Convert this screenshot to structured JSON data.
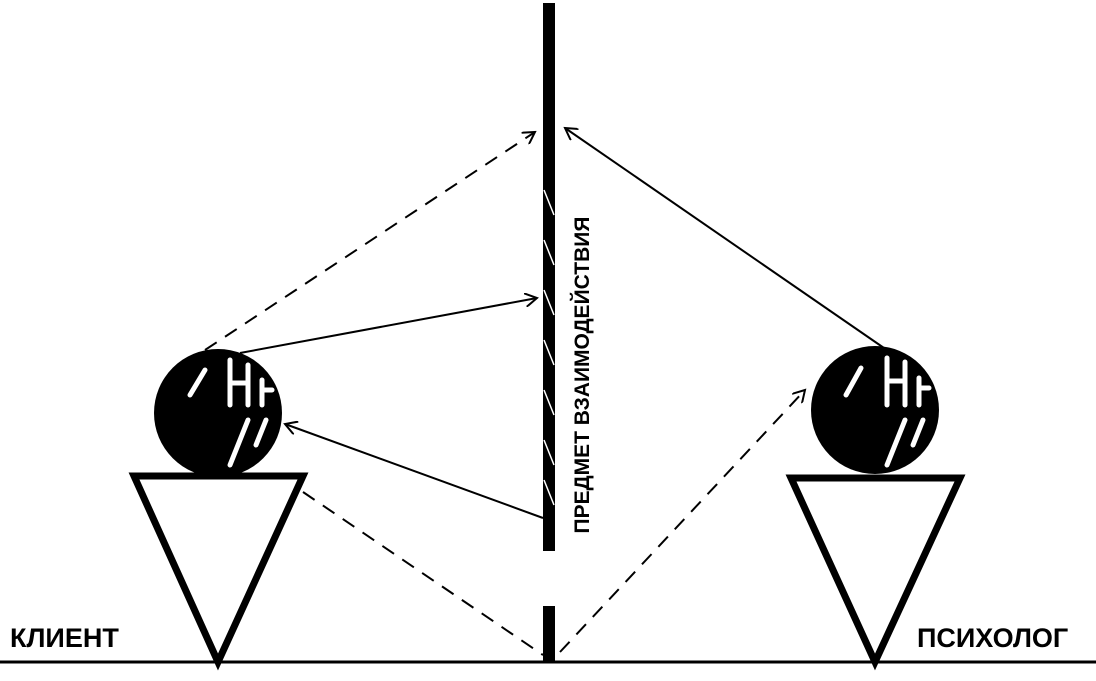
{
  "labels": {
    "client": "КЛИЕНТ",
    "psychologist": "ПСИХОЛОГ",
    "subject": "ПРЕДМЕТ ВЗАИМОДЕЙСТВИЯ"
  },
  "colors": {
    "ink": "#000000",
    "paper": "#ffffff"
  }
}
